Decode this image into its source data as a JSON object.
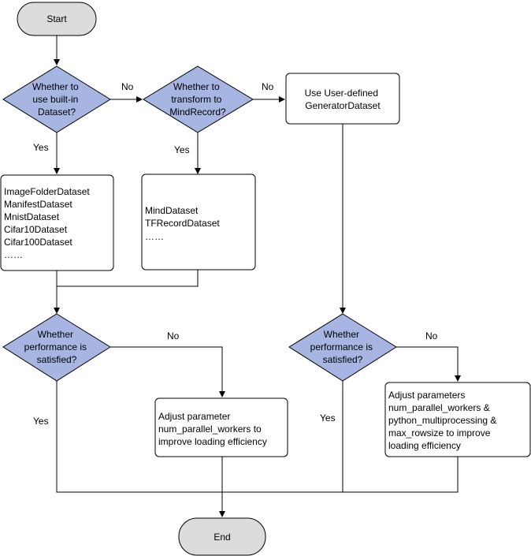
{
  "colors": {
    "decision_fill": "#a7b5e3",
    "terminal_fill": "#dcdcdc",
    "box_fill": "#ffffff",
    "stroke": "#000000"
  },
  "nodes": {
    "start": "Start",
    "end": "End",
    "d_builtin": [
      "Whether to",
      "use built-in",
      "Dataset?"
    ],
    "d_transform": [
      "Whether to",
      "transform to",
      "MindRecord?"
    ],
    "generator": [
      "Use User-defined",
      "GeneratorDataset"
    ],
    "builtin_list": [
      "ImageFolderDataset",
      "ManifestDataset",
      "MnistDataset",
      "Cifar10Dataset",
      "Cifar100Dataset",
      "……"
    ],
    "mind_list": [
      "MindDataset",
      "TFRecordDataset",
      "……"
    ],
    "d_perf_left": [
      "Whether",
      "performance is",
      "satisfied?"
    ],
    "d_perf_right": [
      "Whether",
      "performance is",
      "satisfied?"
    ],
    "adjust_left": [
      "Adjust parameter",
      "num_parallel_workers to",
      "improve loading efficiency"
    ],
    "adjust_right": [
      "Adjust parameters",
      "num_parallel_workers &",
      "python_multiprocessing &",
      "max_rowsize to improve",
      "loading efficiency"
    ]
  },
  "edges": {
    "no_1": "No",
    "no_2": "No",
    "yes_1": "Yes",
    "yes_2": "Yes",
    "no_3": "No",
    "yes_3": "Yes",
    "no_4": "No",
    "yes_4": "Yes"
  }
}
